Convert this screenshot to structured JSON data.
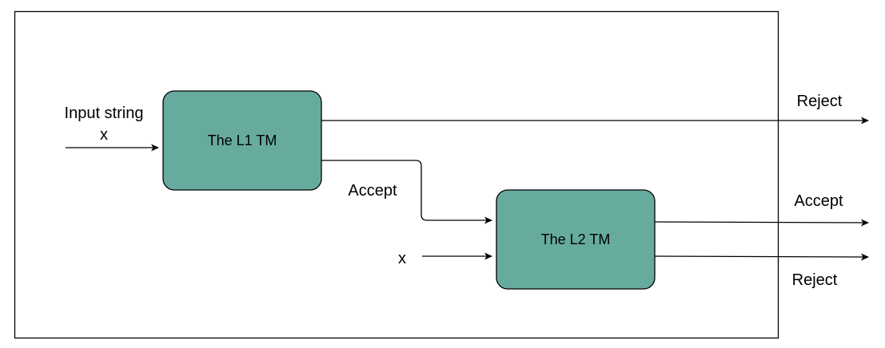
{
  "colors": {
    "box_fill": "#67ab9f",
    "stroke": "#000000",
    "background": "#ffffff"
  },
  "nodes": {
    "l1_tm": {
      "label": "The L1 TM"
    },
    "l2_tm": {
      "label": "The L2 TM"
    }
  },
  "labels": {
    "input_line1": "Input string",
    "input_line2": "x",
    "accept_between": "Accept",
    "x_input_l2": "x",
    "reject_l1": "Reject",
    "accept_l2": "Accept",
    "reject_l2": "Reject"
  }
}
